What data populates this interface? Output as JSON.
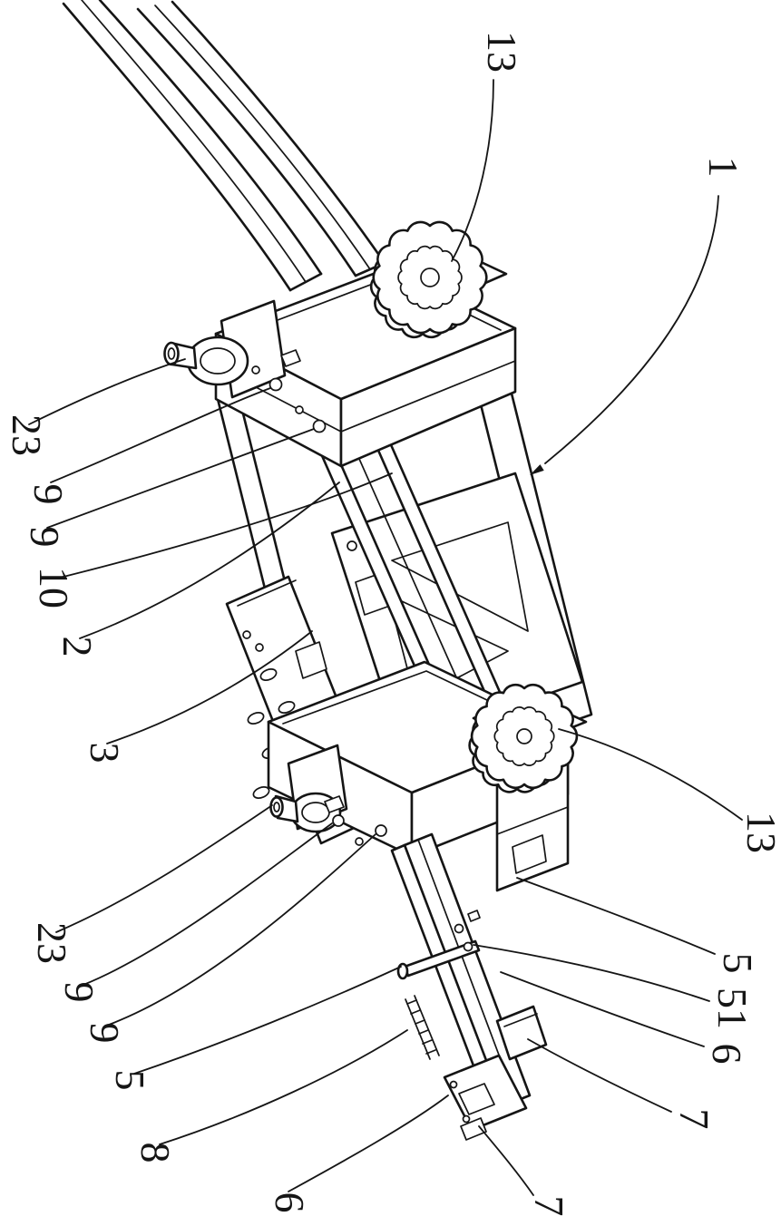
{
  "figure": {
    "background_color": "#ffffff",
    "line_color": "#151515"
  },
  "reference_labels": [
    {
      "text": "13"
    },
    {
      "text": "1"
    },
    {
      "text": "23"
    },
    {
      "text": "9"
    },
    {
      "text": "9"
    },
    {
      "text": "10"
    },
    {
      "text": "2"
    },
    {
      "text": "3"
    },
    {
      "text": "23"
    },
    {
      "text": "9"
    },
    {
      "text": "9"
    },
    {
      "text": "5"
    },
    {
      "text": "8"
    },
    {
      "text": "6"
    },
    {
      "text": "7"
    },
    {
      "text": "13"
    },
    {
      "text": "5"
    },
    {
      "text": "51"
    },
    {
      "text": "6"
    },
    {
      "text": "7"
    }
  ]
}
